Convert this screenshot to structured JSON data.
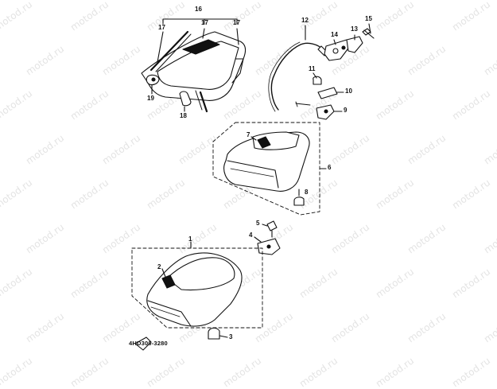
{
  "diagram": {
    "watermark_text": "motod.ru",
    "drawing_code": "4HD300-3280",
    "callouts": {
      "c1": "1",
      "c2": "2",
      "c3": "3",
      "c4": "4",
      "c5": "5",
      "c6": "6",
      "c7": "7",
      "c8": "8",
      "c9": "9",
      "c10": "10",
      "c11": "11",
      "c12": "12",
      "c13": "13",
      "c14": "14",
      "c15": "15",
      "c16": "16",
      "c17a": "17",
      "c17b": "17",
      "c17c": "17",
      "c18": "18",
      "c19": "19"
    }
  }
}
